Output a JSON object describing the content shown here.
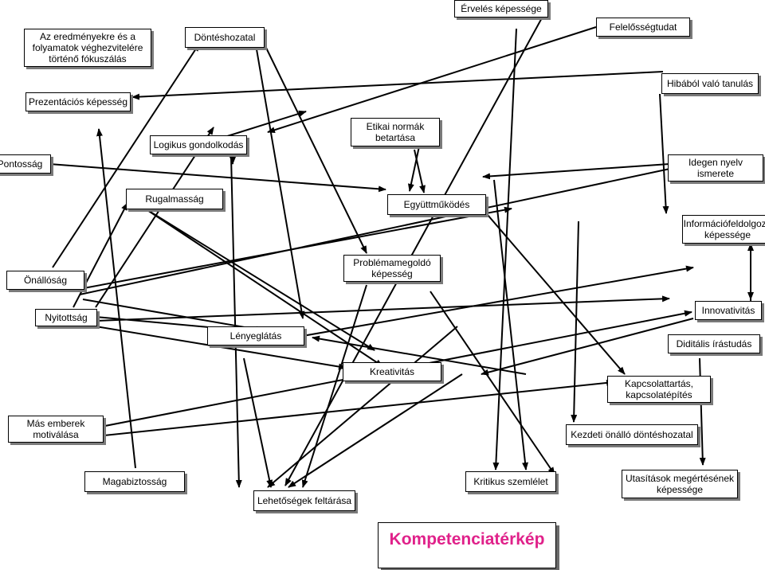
{
  "title": "Kompetenciatérkép",
  "colors": {
    "title": "#e0218a",
    "arrow": "#000000",
    "shadow": "#7a7a7a"
  },
  "nodes": {
    "ervelés": "Érvelés képessége",
    "felelosseg": "Felelősségtudat",
    "eredmeny": "Az eredményekre és a\nfolyamatok véghezvitelére\ntörténő fókuszálás",
    "donteshozatal": "Döntéshozatal",
    "hibabol": "Hibából való tanulás",
    "prezentacios": "Prezentációs képesség",
    "etikai": "Etikai normák\nbetartása",
    "logikus": "Logikus gondolkodás",
    "pontossag": "Pontosság",
    "idegen": "Idegen nyelv\nismerete",
    "rugalmassag": "Rugalmasság",
    "egyuttmukodes": "Együttműködés",
    "informacio": "Információfeldolgozó\nképessége",
    "problema": "Problémamegoldó\nképesség",
    "onallosag": "Önállóság",
    "nyitottsag": "Nyitottság",
    "innovativitas": "Innovativitás",
    "lenyeglatas": "Lényeglátás",
    "digitalis": "Diditális írástudás",
    "kreativitas": "Kreativitás",
    "kapcsolattartas": "Kapcsolattartás,\nkapcsolatépítés",
    "mas_emberek": "Más emberek\nmotiválása",
    "kezdeti": "Kezdeti önálló döntéshozatal",
    "magabiztossag": "Magabiztosság",
    "kritikus": "Kritikus szemlélet",
    "utasitasok": "Utasítások megértésének\nképessége",
    "lehetosegek": "Lehetőségek feltárása"
  }
}
